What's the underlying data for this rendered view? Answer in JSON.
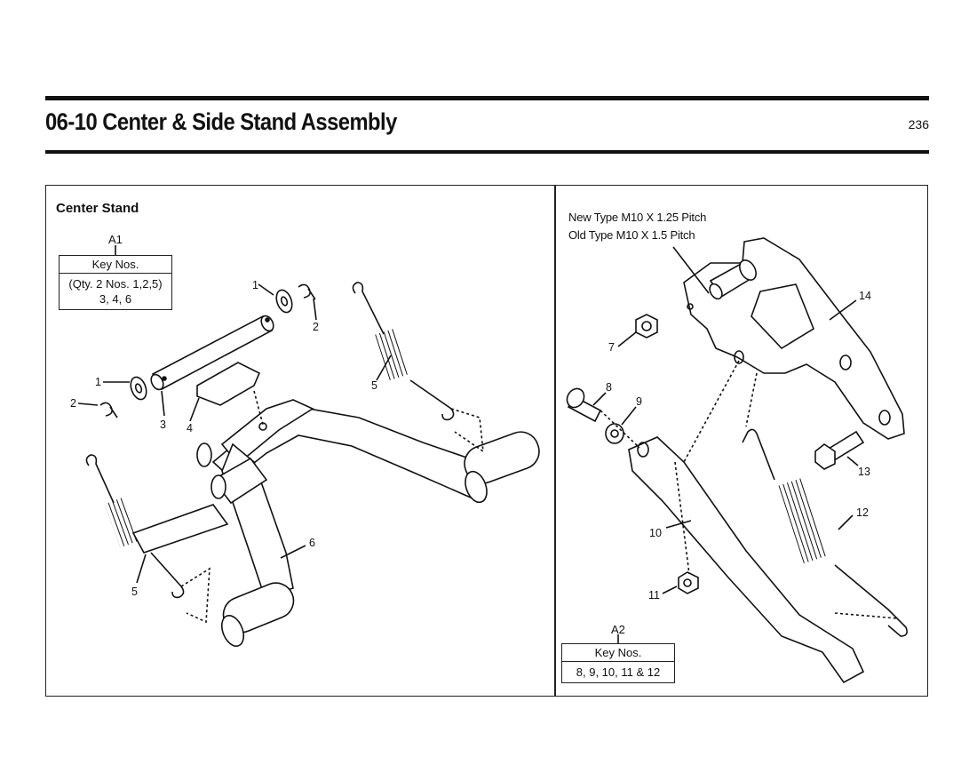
{
  "header": {
    "title": "06-10 Center & Side Stand Assembly",
    "page_number": "236"
  },
  "center_stand": {
    "section_label": "Center Stand",
    "assembly_tag": "A1",
    "key_table": {
      "header": "Key Nos.",
      "line1": "(Qty. 2 Nos. 1,2,5)",
      "line2": "3, 4, 6"
    },
    "callouts": [
      "1",
      "2",
      "1",
      "2",
      "3",
      "4",
      "5",
      "5",
      "6"
    ]
  },
  "side_stand": {
    "note_new": "New Type M10 X 1.25 Pitch",
    "note_old": "Old Type M10 X 1.5 Pitch",
    "assembly_tag": "A2",
    "key_table": {
      "header": "Key Nos.",
      "line1": "8, 9, 10, 11 & 12"
    },
    "callouts": [
      "14",
      "7",
      "8",
      "9",
      "13",
      "12",
      "10",
      "11"
    ]
  }
}
